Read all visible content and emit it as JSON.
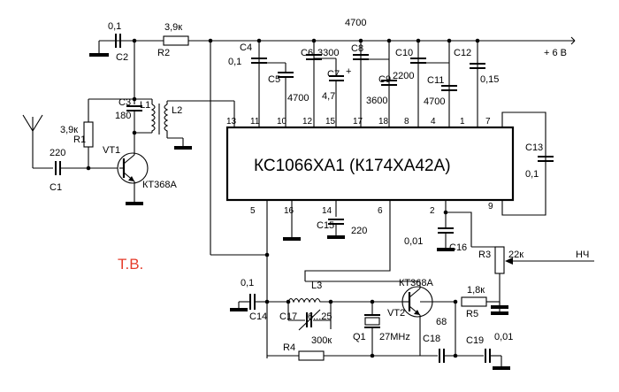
{
  "chip": {
    "title": "КС1066ХА1  (К174ХА42А)",
    "pins_top": [
      "13",
      "11",
      "10",
      "12",
      "15",
      "17",
      "18",
      "8",
      "4",
      "1",
      "7"
    ],
    "pins_bottom": [
      "5",
      "16",
      "14",
      "6",
      "2",
      "9"
    ]
  },
  "supply": {
    "voltage": "+ 6 В"
  },
  "band": "Т.В.",
  "output": "НЧ",
  "labels": {
    "c2_val": "0,1",
    "c2": "C2",
    "r2_val": "3,9к",
    "r2": "R2",
    "bus_val": "4700",
    "c4": "C4",
    "c4_val": "0,1",
    "c5": "C5",
    "c5_val": "4700",
    "c6": "C6",
    "c6_val": "3300",
    "c7": "C7",
    "c7_val": "4,7",
    "c7_plus": "+",
    "c8": "C8",
    "c9": "C9",
    "c9_val": "3600",
    "c10": "C10",
    "c10_val": "2200",
    "c11": "C11",
    "c11_val": "4700",
    "c12": "C12",
    "c12_val": "0,15",
    "c3": "C3",
    "c3_val": "180",
    "l1": "L1",
    "l2": "L2",
    "r1_val": "3,9к",
    "r1": "R1",
    "c1_val": "220",
    "c1": "C1",
    "vt1": "VT1",
    "vt1_type": "КТ368А",
    "c13": "C13",
    "c13_val": "0,1",
    "c15": "C15",
    "c15_val": "220",
    "c16": "C16",
    "c16_val": "0,01",
    "r3": "R3",
    "r3_val": "22к",
    "c14_val": "0,1",
    "c14": "C14",
    "l3": "L3",
    "c17": "C17",
    "c17_val": "6...25",
    "r4": "R4",
    "r4_val": "300к",
    "q1": "Q1",
    "q1_val": "27MHz",
    "vt2_type": "КТ368А",
    "vt2": "VT2",
    "c18_val": "68",
    "c18": "C18",
    "r5_val": "1,8к",
    "r5": "R5",
    "c19": "C19",
    "c19_val": "0,01"
  }
}
